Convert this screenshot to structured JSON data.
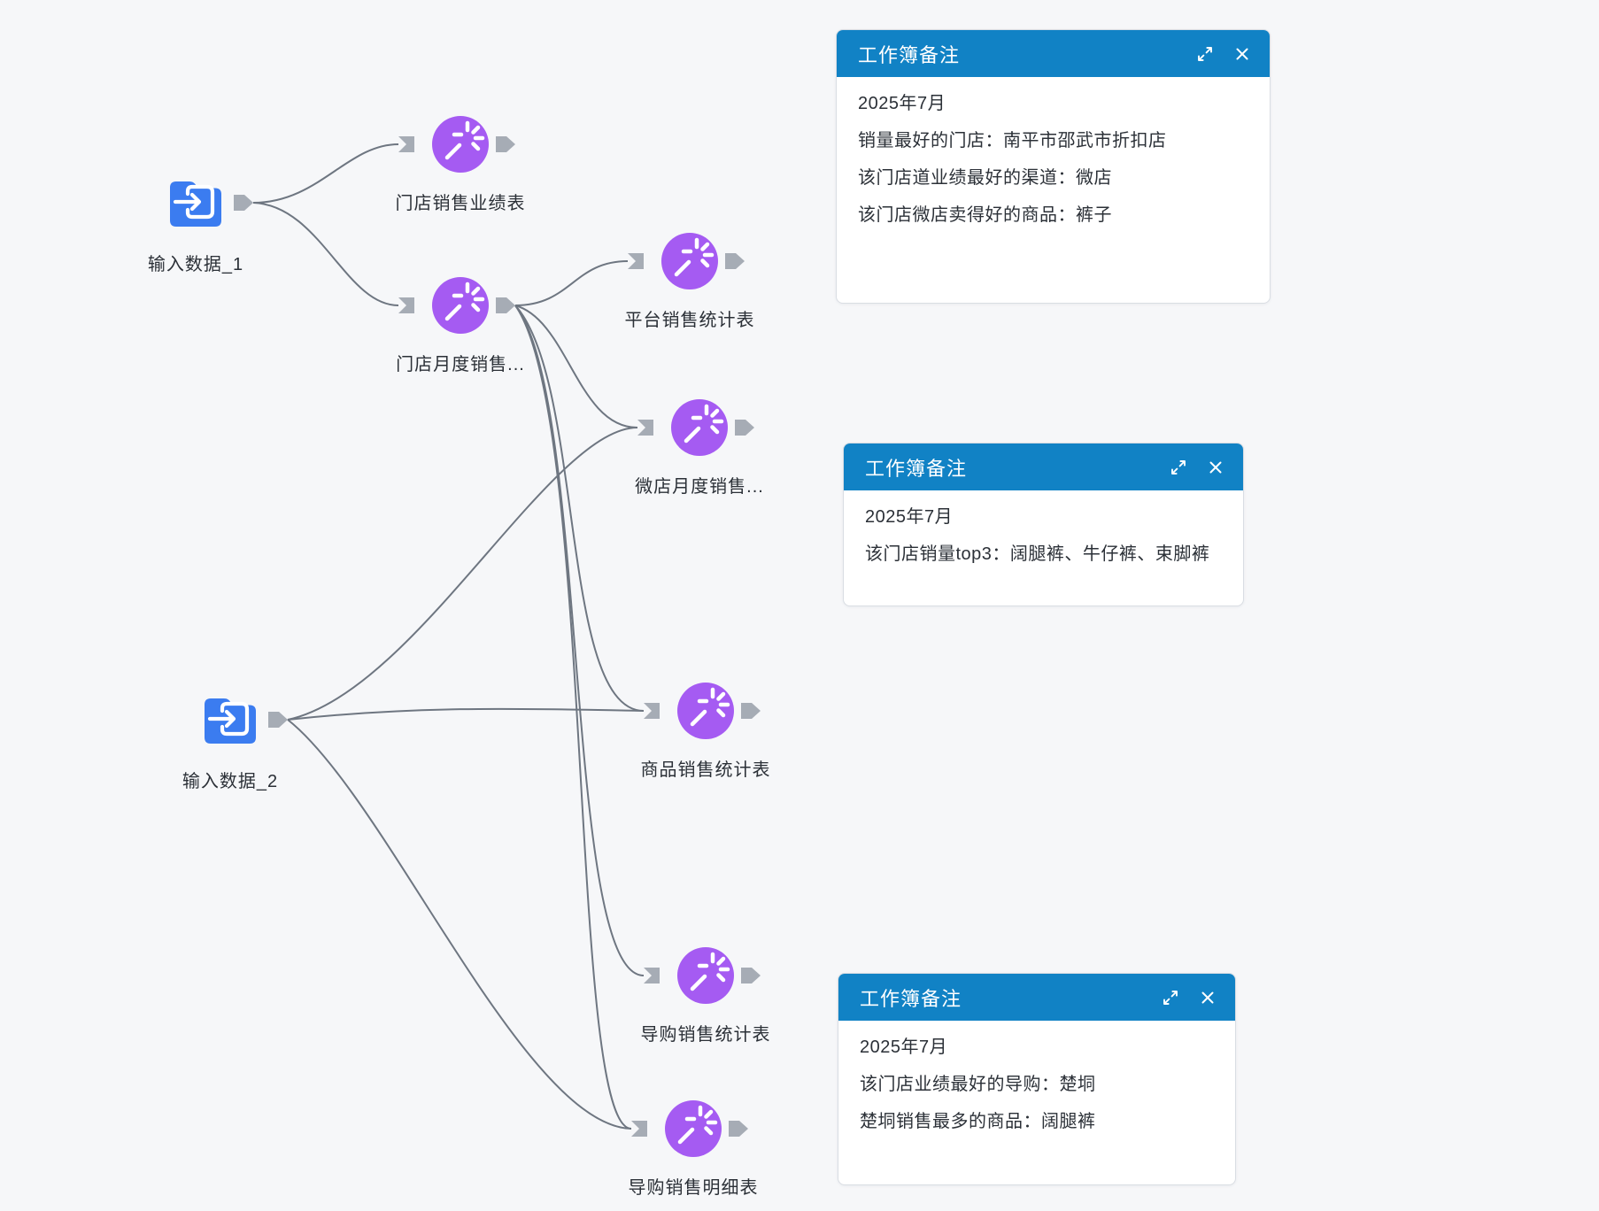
{
  "app": {
    "view": "workflow-canvas",
    "background": "#f6f7f9"
  },
  "colors": {
    "input_node_blue": "#3b7cf0",
    "transform_node_purple": "#a55bf2",
    "note_header_blue": "#1182c5",
    "port_gray": "#a6acb5",
    "edge_gray": "#6e7681",
    "text_dark": "#2b3037"
  },
  "icons": {
    "input_node": "folder-import-icon",
    "transform_node": "magic-wand-icon",
    "note_expand": "expand-diagonal-icon",
    "note_close": "close-icon"
  },
  "nodes": [
    {
      "id": "input1",
      "type": "input-data",
      "label": "输入数据_1"
    },
    {
      "id": "input2",
      "type": "input-data",
      "label": "输入数据_2"
    },
    {
      "id": "t1",
      "type": "transform",
      "label": "门店销售业绩表"
    },
    {
      "id": "t2",
      "type": "transform",
      "label": "门店月度销售..."
    },
    {
      "id": "t3",
      "type": "transform",
      "label": "平台销售统计表"
    },
    {
      "id": "t4",
      "type": "transform",
      "label": "微店月度销售..."
    },
    {
      "id": "t5",
      "type": "transform",
      "label": "商品销售统计表"
    },
    {
      "id": "t6",
      "type": "transform",
      "label": "导购销售统计表"
    },
    {
      "id": "t7",
      "type": "transform",
      "label": "导购销售明细表"
    }
  ],
  "edges": [
    {
      "from": "输入数据_1",
      "to": "门店销售业绩表"
    },
    {
      "from": "输入数据_1",
      "to": "门店月度销售..."
    },
    {
      "from": "门店月度销售...",
      "to": "平台销售统计表"
    },
    {
      "from": "门店月度销售...",
      "to": "微店月度销售..."
    },
    {
      "from": "门店月度销售...",
      "to": "商品销售统计表"
    },
    {
      "from": "门店月度销售...",
      "to": "导购销售统计表"
    },
    {
      "from": "门店月度销售...",
      "to": "导购销售明细表"
    },
    {
      "from": "输入数据_2",
      "to": "微店月度销售..."
    },
    {
      "from": "输入数据_2",
      "to": "商品销售统计表"
    },
    {
      "from": "输入数据_2",
      "to": "导购销售明细表"
    }
  ],
  "notes": [
    {
      "title": "工作簿备注",
      "lines": [
        "2025年7月",
        "销量最好的门店：南平市邵武市折扣店",
        "该门店道业绩最好的渠道：微店",
        "该门店微店卖得好的商品：裤子"
      ]
    },
    {
      "title": "工作簿备注",
      "lines": [
        "2025年7月",
        "该门店销量top3：阔腿裤、牛仔裤、束脚裤"
      ]
    },
    {
      "title": "工作簿备注",
      "lines": [
        "2025年7月",
        "该门店业绩最好的导购：楚垌",
        "楚垌销售最多的商品：阔腿裤"
      ]
    }
  ]
}
